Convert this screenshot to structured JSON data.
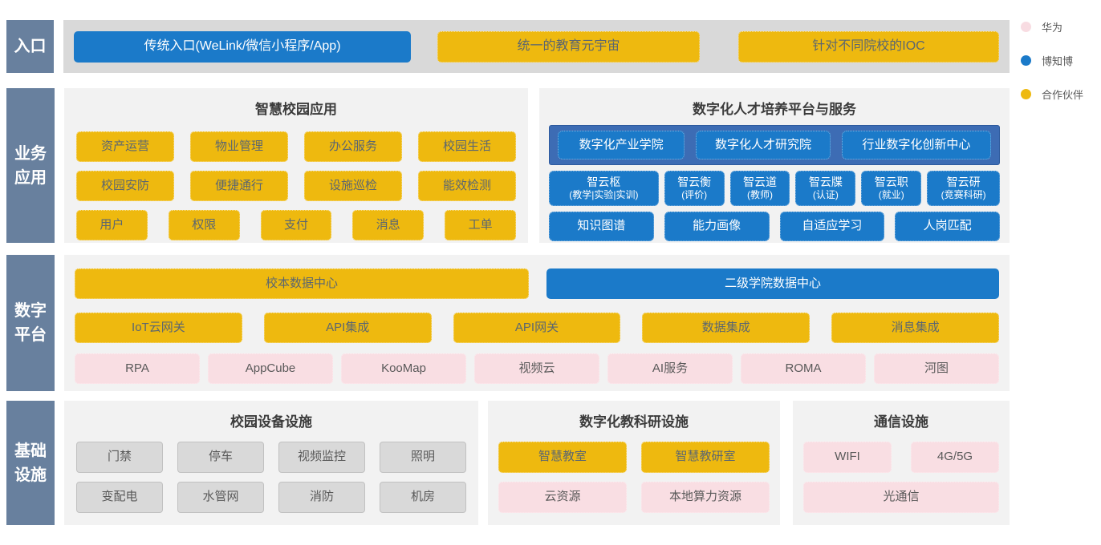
{
  "legend": {
    "items": [
      {
        "label": "华为",
        "color": "#F8DCE2"
      },
      {
        "label": "博知博",
        "color": "#1B7AC9"
      },
      {
        "label": "合作伙伴",
        "color": "#EEB90F"
      }
    ]
  },
  "sidebar": {
    "entry": "入口",
    "business": "业务\n应用",
    "platform": "数字\n平台",
    "infrastructure": "基础\n设施"
  },
  "entry": {
    "traditional": "传统入口(WeLink/微信小程序/App)",
    "metaverse": "统一的教育元宇宙",
    "ioc": "针对不同院校的IOC"
  },
  "business": {
    "campus": {
      "title": "智慧校园应用",
      "row1": [
        "资产运营",
        "物业管理",
        "办公服务",
        "校园生活"
      ],
      "row2": [
        "校园安防",
        "便捷通行",
        "设施巡检",
        "能效检测"
      ],
      "row3": [
        "用户",
        "权限",
        "支付",
        "消息",
        "工单"
      ]
    },
    "talent": {
      "title": "数字化人才培养平台与服务",
      "institutes": [
        "数字化产业学院",
        "数字化人才研究院",
        "行业数字化创新中心"
      ],
      "services": [
        {
          "name": "智云枢",
          "sub": "(教学|实验|实训)"
        },
        {
          "name": "智云衡",
          "sub": "(评价)"
        },
        {
          "name": "智云道",
          "sub": "(教师)"
        },
        {
          "name": "智云牒",
          "sub": "(认证)"
        },
        {
          "name": "智云职",
          "sub": "(就业)"
        },
        {
          "name": "智云研",
          "sub": "(竞赛科研)"
        }
      ],
      "capabilities": [
        "知识图谱",
        "能力画像",
        "自适应学习",
        "人岗匹配"
      ]
    }
  },
  "platform": {
    "school_dc": "校本数据中心",
    "college_dc": "二级学院数据中心",
    "row2": [
      "IoT云网关",
      "API集成",
      "API网关",
      "数据集成",
      "消息集成"
    ],
    "row3": [
      "RPA",
      "AppCube",
      "KooMap",
      "视频云",
      "AI服务",
      "ROMA",
      "河图"
    ]
  },
  "infrastructure": {
    "devices": {
      "title": "校园设备设施",
      "row1": [
        "门禁",
        "停车",
        "视频监控",
        "照明"
      ],
      "row2": [
        "变配电",
        "水管网",
        "消防",
        "机房"
      ]
    },
    "research": {
      "title": "数字化教科研设施",
      "row1": [
        "智慧教室",
        "智慧教研室"
      ],
      "row2": [
        "云资源",
        "本地算力资源"
      ]
    },
    "comm": {
      "title": "通信设施",
      "row1": [
        "WIFI",
        "4G/5G"
      ],
      "row2": [
        "光通信"
      ]
    }
  },
  "colors": {
    "huawei_pink": "#F8DCE2",
    "bozhibo_blue": "#1B7AC9",
    "partner_yellow": "#EEB90F",
    "sidebar_slate": "#68809E",
    "panel_gray": "#F2F2F2",
    "entry_band_gray": "#D9D9D9",
    "institute_container_blue": "#3D6CB4"
  }
}
